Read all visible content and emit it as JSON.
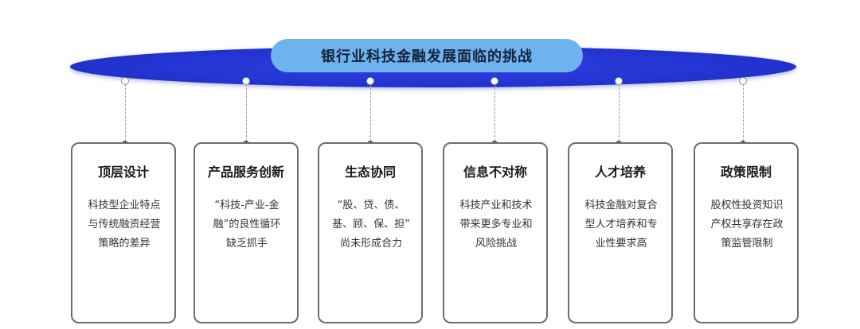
{
  "title": "银行业科技金融发展面临的挑战",
  "cards": [
    {
      "title": "顶层设计",
      "body": "科技型企业特点\n与传统融资经营\n策略的差异"
    },
    {
      "title": "产品服务创新",
      "body": "“科技-产业-金\n融”的良性循环\n缺乏抓手"
    },
    {
      "title": "生态协同",
      "body": "“股、贷、债、\n基、顾、保、担”\n尚未形成合力"
    },
    {
      "title": "信息不对称",
      "body": "科技产业和技术\n带来更多专业和\n风险挑战"
    },
    {
      "title": "人才培养",
      "body": "科技金融对复合\n型人才培养和专\n业性要求高"
    },
    {
      "title": "政策限制",
      "body": "股权性投资知识\n产权共享存在政\n策监管限制"
    }
  ]
}
